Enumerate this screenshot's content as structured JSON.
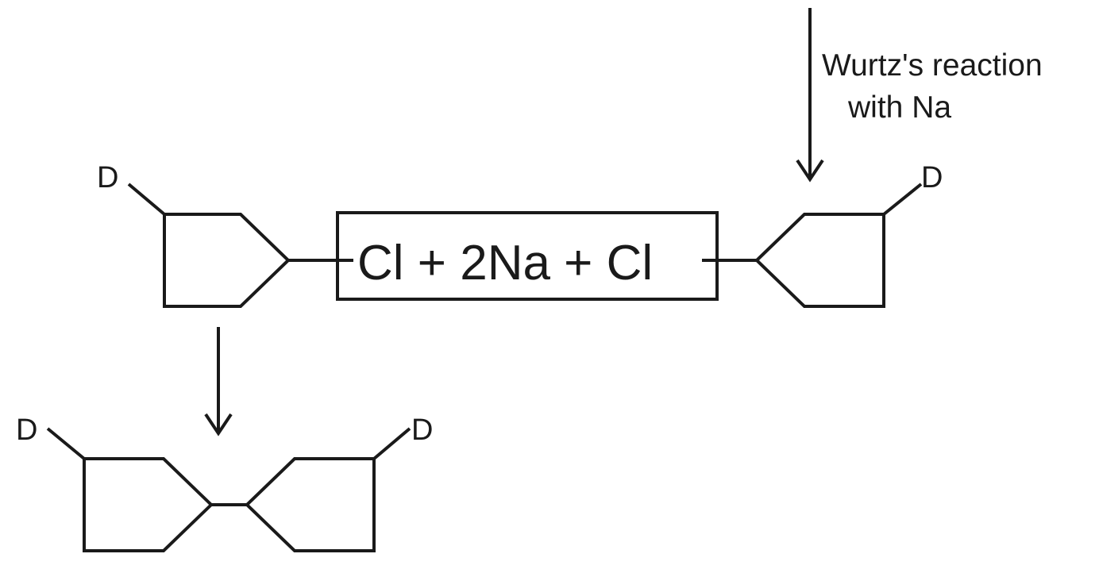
{
  "reaction": {
    "equation": "Cl + 2Na + Cl",
    "condition_line1": "Wurtz's reaction",
    "condition_line2": "with Na"
  },
  "atoms": {
    "left_reactant_substituent": "D",
    "right_reactant_substituent": "D",
    "product_left_substituent": "D",
    "product_right_substituent": "D"
  }
}
